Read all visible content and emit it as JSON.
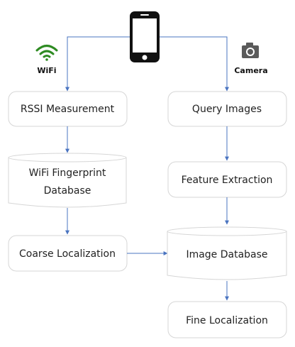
{
  "icons": {
    "phone": "smartphone-icon",
    "wifi": "wifi-icon",
    "camera": "camera-icon",
    "wifi_label": "WiFi",
    "camera_label": "Camera"
  },
  "colors": {
    "edge": "#4a74c0",
    "box_border": "#d6d6d6",
    "wifi": "#2e8b22",
    "camera": "#5a5a5a"
  },
  "nodes": {
    "rssi": "RSSI Measurement",
    "fingerprint_db_line1": "WiFi Fingerprint",
    "fingerprint_db_line2": "Database",
    "coarse": "Coarse Localization",
    "query": "Query Images",
    "feature": "Feature Extraction",
    "image_db": "Image Database",
    "fine": "Fine Localization"
  }
}
